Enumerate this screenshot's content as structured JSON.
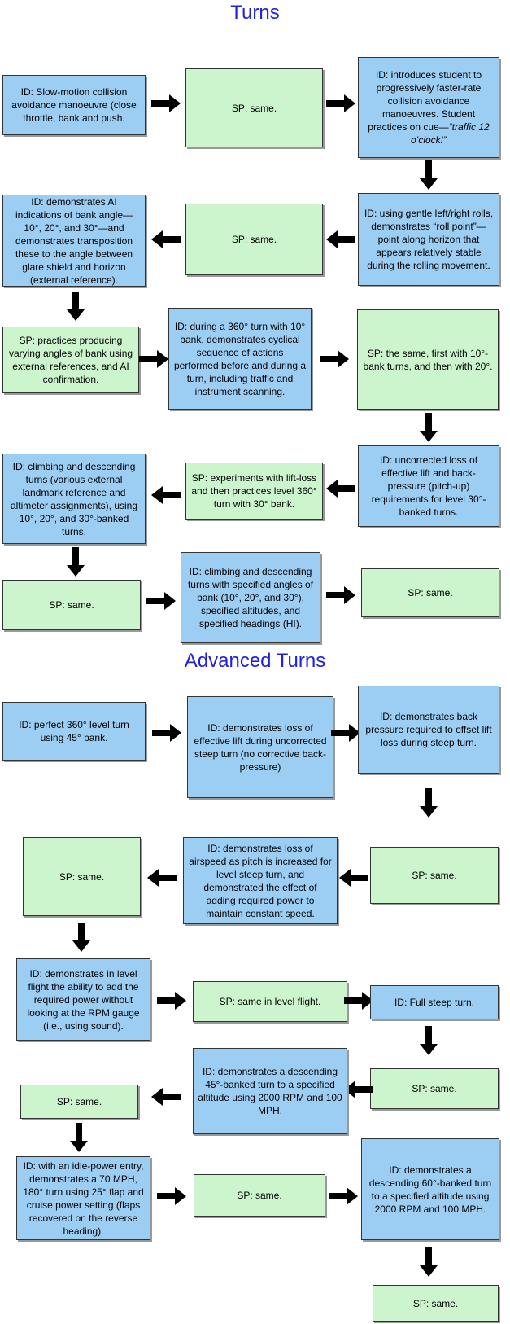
{
  "sections": {
    "turns": {
      "title": "Turns"
    },
    "advanced": {
      "title": "Advanced Turns"
    }
  },
  "colors": {
    "id_box_fill": "#9CCEF4",
    "sp_box_fill": "#CCF5CD",
    "box_border": "#333333",
    "title_text": "#2222DE",
    "arrow": "#000000"
  },
  "boxes": {
    "r1l": {
      "kind": "ID",
      "text": "ID:  Slow-motion collision avoidance manoeuvre (close throttle, bank and push."
    },
    "r1c": {
      "kind": "SP",
      "text": "SP: same."
    },
    "r1r": {
      "kind": "ID",
      "text": "ID: introduces student to progressively faster-rate collision avoidance manoeuvres.  Student practices on cue—",
      "text_italic": "“traffic 12 o’clock!”"
    },
    "r2r": {
      "kind": "ID",
      "text": "ID: using gentle left/right rolls, demonstrates “roll point”—point along horizon that appears relatively stable during the rolling movement."
    },
    "r2c": {
      "kind": "SP",
      "text": "SP: same."
    },
    "r2l": {
      "kind": "ID",
      "text": "ID: demonstrates AI indications of bank angle—10°, 20°, and 30°—and demonstrates transposition these to the angle between glare shield and horizon (external reference)."
    },
    "r3l": {
      "kind": "SP",
      "text": "SP: practices producing varying angles of bank using external references, and AI confirmation."
    },
    "r3c": {
      "kind": "ID",
      "text": "ID: during a 360° turn with 10° bank, demonstrates cyclical sequence of actions performed before and during a turn, including traffic and instrument scanning."
    },
    "r3r": {
      "kind": "SP",
      "text": "SP: the same, first with 10°-bank turns, and then with 20°."
    },
    "r4r": {
      "kind": "ID",
      "text": "ID: uncorrected loss of effective lift and back-pressure (pitch-up) requirements for level 30°-banked turns."
    },
    "r4c": {
      "kind": "SP",
      "text": "SP: experiments with lift-loss and then practices level 360° turn with 30° bank."
    },
    "r4l": {
      "kind": "ID",
      "text": "ID: climbing and descending turns (various external landmark reference and altimeter assignments), using 10°, 20°, and 30°-banked turns."
    },
    "r5l": {
      "kind": "SP",
      "text": "SP: same."
    },
    "r5c": {
      "kind": "ID",
      "text": "ID: climbing and descending turns with specified angles of bank (10°, 20°, and 30°), specified altitudes, and specified headings (HI)."
    },
    "r5r": {
      "kind": "SP",
      "text": "SP: same."
    },
    "r6l": {
      "kind": "ID",
      "text": "ID:  perfect 360° level turn using 45° bank."
    },
    "r6c": {
      "kind": "ID",
      "text": "ID: demonstrates loss of effective lift during uncorrected steep turn (no corrective back-pressure)"
    },
    "r6r": {
      "kind": "ID",
      "text": "ID: demonstrates back pressure required to offset lift loss during steep turn."
    },
    "r7r": {
      "kind": "SP",
      "text": "SP: same."
    },
    "r7c": {
      "kind": "ID",
      "text": "ID: demonstrates loss of airspeed as pitch is increased for level steep turn, and demonstrated the effect of adding required power to maintain constant speed."
    },
    "r7l": {
      "kind": "SP",
      "text": "SP: same."
    },
    "r8l": {
      "kind": "ID",
      "text": "ID: demonstrates in level flight the ability to add the required power without looking at the RPM gauge (i.e., using sound)."
    },
    "r8c": {
      "kind": "SP",
      "text": "SP: same in level flight."
    },
    "r8r": {
      "kind": "ID",
      "text": "ID: Full steep turn."
    },
    "r9r": {
      "kind": "SP",
      "text": "SP: same."
    },
    "r9c": {
      "kind": "ID",
      "text": "ID: demonstrates a descending 45°-banked turn to a specified altitude using 2000 RPM and 100 MPH."
    },
    "r9l": {
      "kind": "SP",
      "text": "SP: same."
    },
    "r10l": {
      "kind": "ID",
      "text": "ID: with an idle-power entry, demonstrates a 70 MPH, 180° turn using 25° flap and cruise power setting (flaps recovered on the reverse heading)."
    },
    "r10c": {
      "kind": "SP",
      "text": "SP: same."
    },
    "r10r": {
      "kind": "ID",
      "text": "ID: demonstrates a descending 60°-banked turn to a specified altitude using 2000 RPM and 100 MPH."
    },
    "r11r": {
      "kind": "SP",
      "text": "SP: same."
    }
  },
  "edges": [
    {
      "from": "r1l",
      "to": "r1c"
    },
    {
      "from": "r1c",
      "to": "r1r"
    },
    {
      "from": "r1r",
      "to": "r2r"
    },
    {
      "from": "r2r",
      "to": "r2c"
    },
    {
      "from": "r2c",
      "to": "r2l"
    },
    {
      "from": "r2l",
      "to": "r3l"
    },
    {
      "from": "r3l",
      "to": "r3c"
    },
    {
      "from": "r3c",
      "to": "r3r"
    },
    {
      "from": "r3r",
      "to": "r4r"
    },
    {
      "from": "r4r",
      "to": "r4c"
    },
    {
      "from": "r4c",
      "to": "r4l"
    },
    {
      "from": "r4l",
      "to": "r5l"
    },
    {
      "from": "r5l",
      "to": "r5c"
    },
    {
      "from": "r5c",
      "to": "r5r"
    },
    {
      "from": "r6l",
      "to": "r6c"
    },
    {
      "from": "r6c",
      "to": "r6r"
    },
    {
      "from": "r6r",
      "to": "r7r"
    },
    {
      "from": "r7r",
      "to": "r7c"
    },
    {
      "from": "r7c",
      "to": "r7l"
    },
    {
      "from": "r7l",
      "to": "r8l"
    },
    {
      "from": "r8l",
      "to": "r8c"
    },
    {
      "from": "r8c",
      "to": "r8r"
    },
    {
      "from": "r8r",
      "to": "r9r"
    },
    {
      "from": "r9r",
      "to": "r9c"
    },
    {
      "from": "r9c",
      "to": "r9l"
    },
    {
      "from": "r9l",
      "to": "r10l"
    },
    {
      "from": "r10l",
      "to": "r10c"
    },
    {
      "from": "r10c",
      "to": "r10r"
    },
    {
      "from": "r10r",
      "to": "r11r"
    }
  ]
}
